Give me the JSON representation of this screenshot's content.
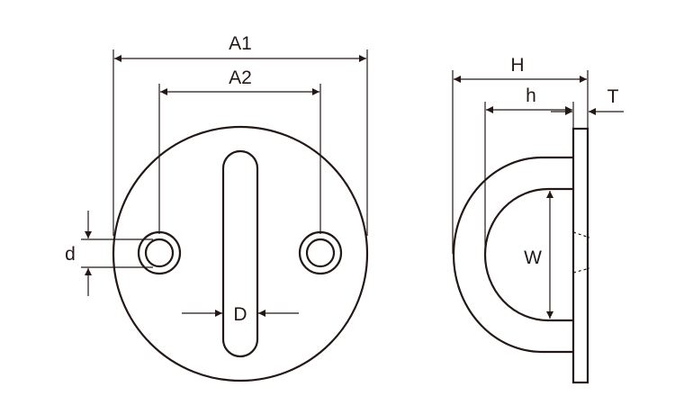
{
  "diagram": {
    "front_view": {
      "labels": {
        "A1": "A1",
        "A2": "A2",
        "d": "d",
        "D": "D"
      }
    },
    "side_view": {
      "labels": {
        "H": "H",
        "h": "h",
        "T": "T",
        "W": "W"
      }
    },
    "colors": {
      "line": "#231815",
      "background": "#ffffff"
    }
  }
}
